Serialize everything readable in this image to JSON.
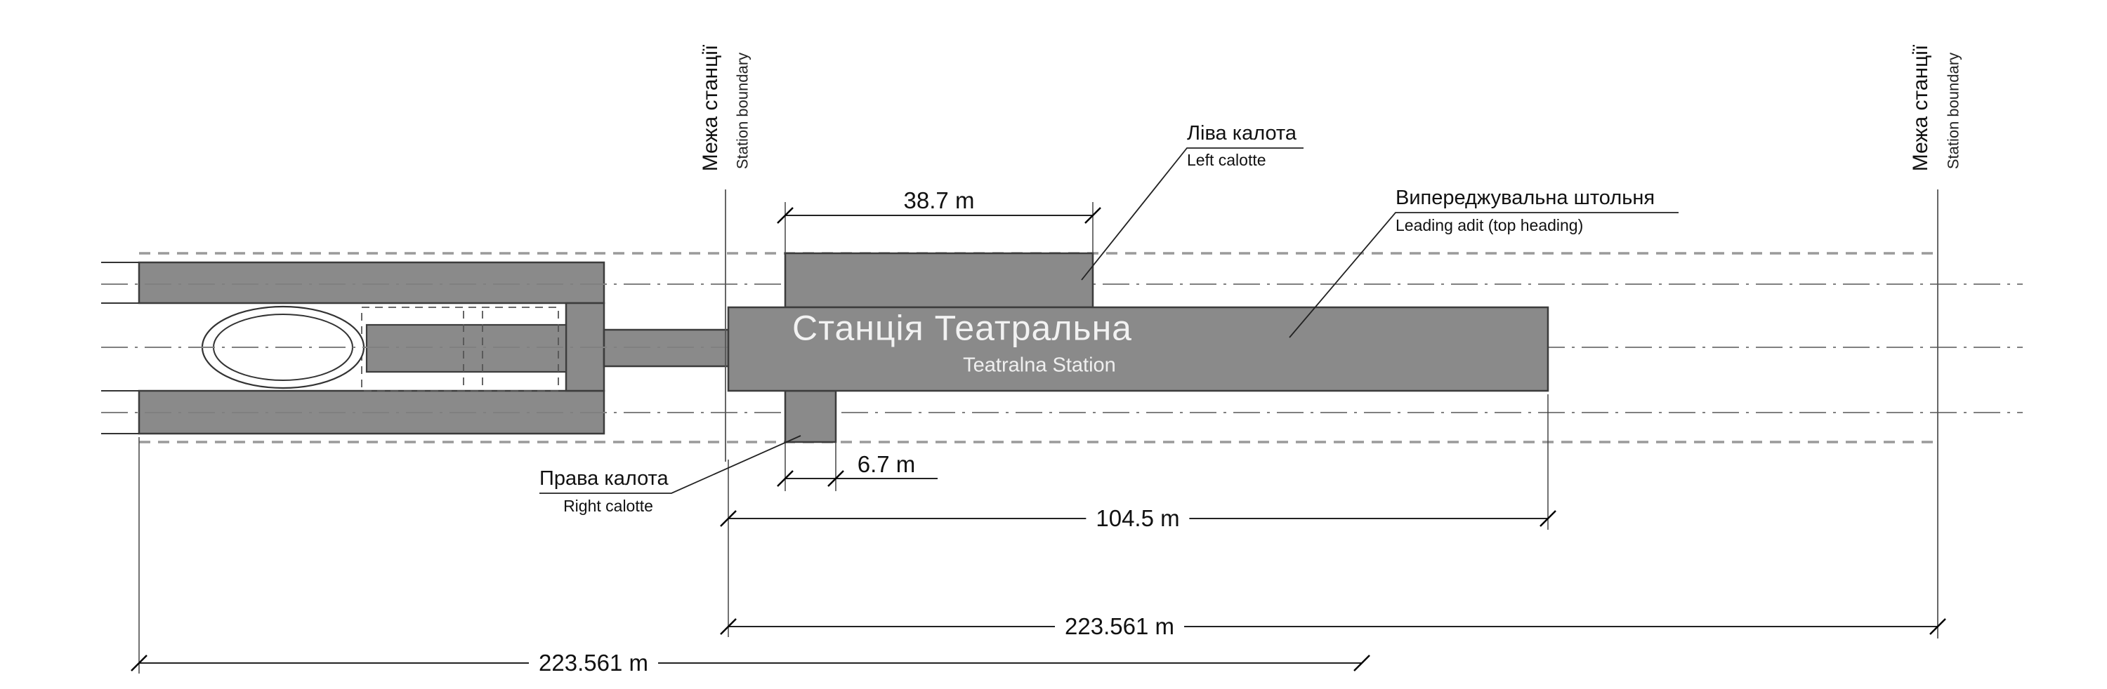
{
  "station": {
    "title": "Станція Театральна",
    "subtitle": "Teatralna Station"
  },
  "boundary_label": {
    "uk": "Межа станції",
    "en": "Station boundary"
  },
  "annotations": {
    "left_calotte": {
      "uk": "Ліва калота",
      "en": "Left calotte"
    },
    "right_calotte": {
      "uk": "Права калота",
      "en": "Right calotte"
    },
    "leading_adit": {
      "uk": "Випереджувальна штольня",
      "en": "Leading adit (top heading)"
    }
  },
  "dimensions": {
    "left_calotte_length": "38.7 m",
    "right_calotte_length": "6.7 m",
    "station_length": "104.5 m",
    "overall_length_upper": "223.561 m",
    "overall_length_lower": "223.561 m"
  },
  "colors": {
    "tunnel_fill": "#8a8a8a",
    "tunnel_outline": "#3c3c3c",
    "dashed_boundary_line": "#9a9a9a",
    "centerline": "#808080",
    "dimension_line": "#222222",
    "station_text": "#f2f2f2",
    "background": "#ffffff"
  }
}
